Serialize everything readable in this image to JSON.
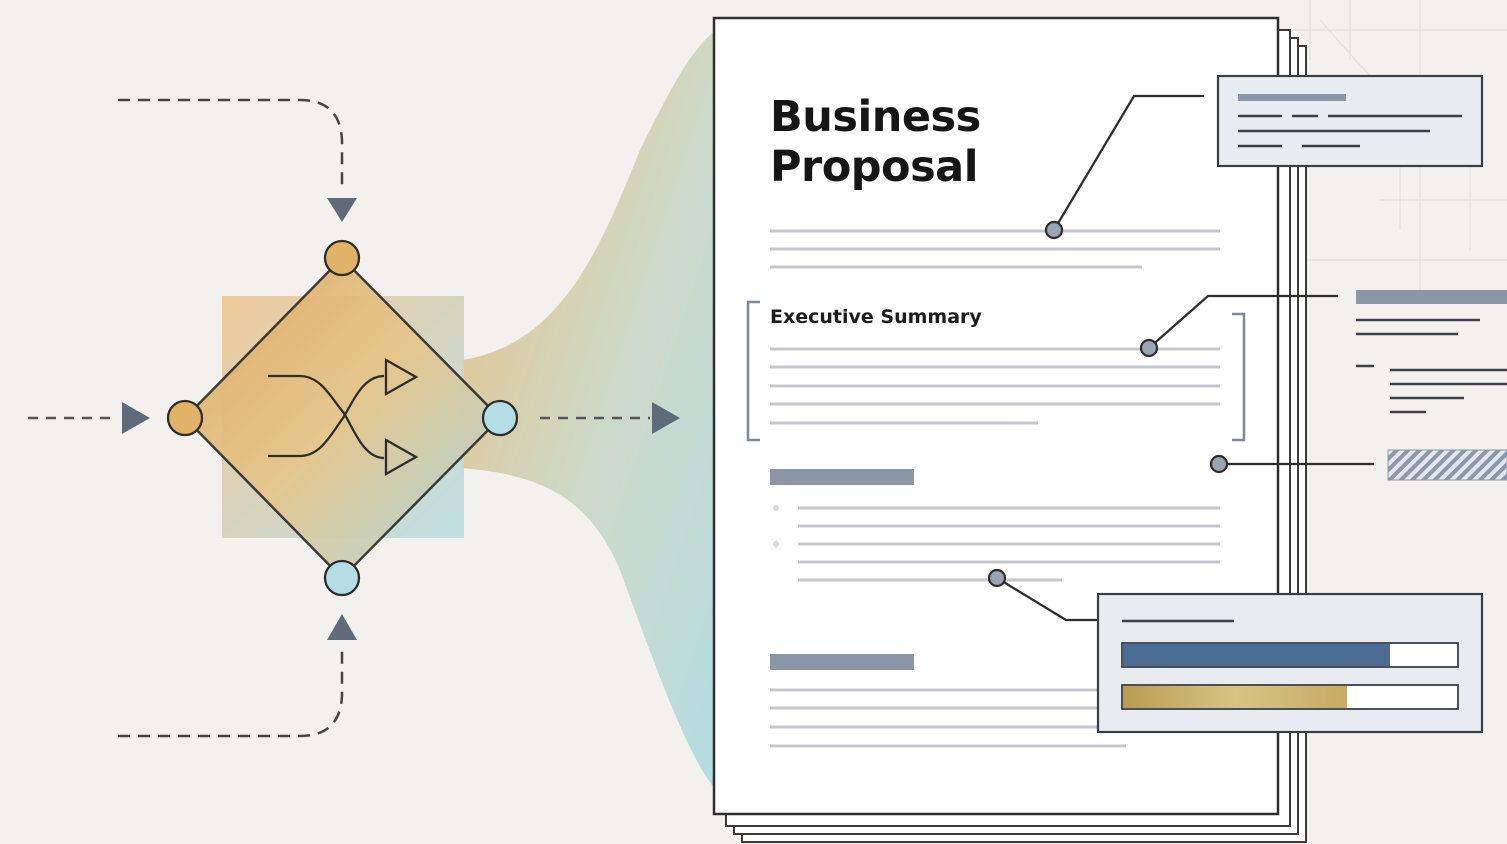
{
  "document": {
    "title_line1": "Business",
    "title_line2": "Proposal",
    "section_heading": "Executive Summary"
  },
  "progress_panel": {
    "bar_primary_fraction": 0.8,
    "bar_secondary_fraction": 0.67
  },
  "colors": {
    "background": "#f2f1ed",
    "node_fill_warm": "#e2b366",
    "node_fill_cool": "#b9dde2",
    "bar_blue": "#4a6b94",
    "bar_gold": "#c4a65a",
    "placeholder_gray": "#8b97a7",
    "outline": "#333333"
  },
  "icons": {
    "router_glyph": "split-arrows-icon"
  }
}
